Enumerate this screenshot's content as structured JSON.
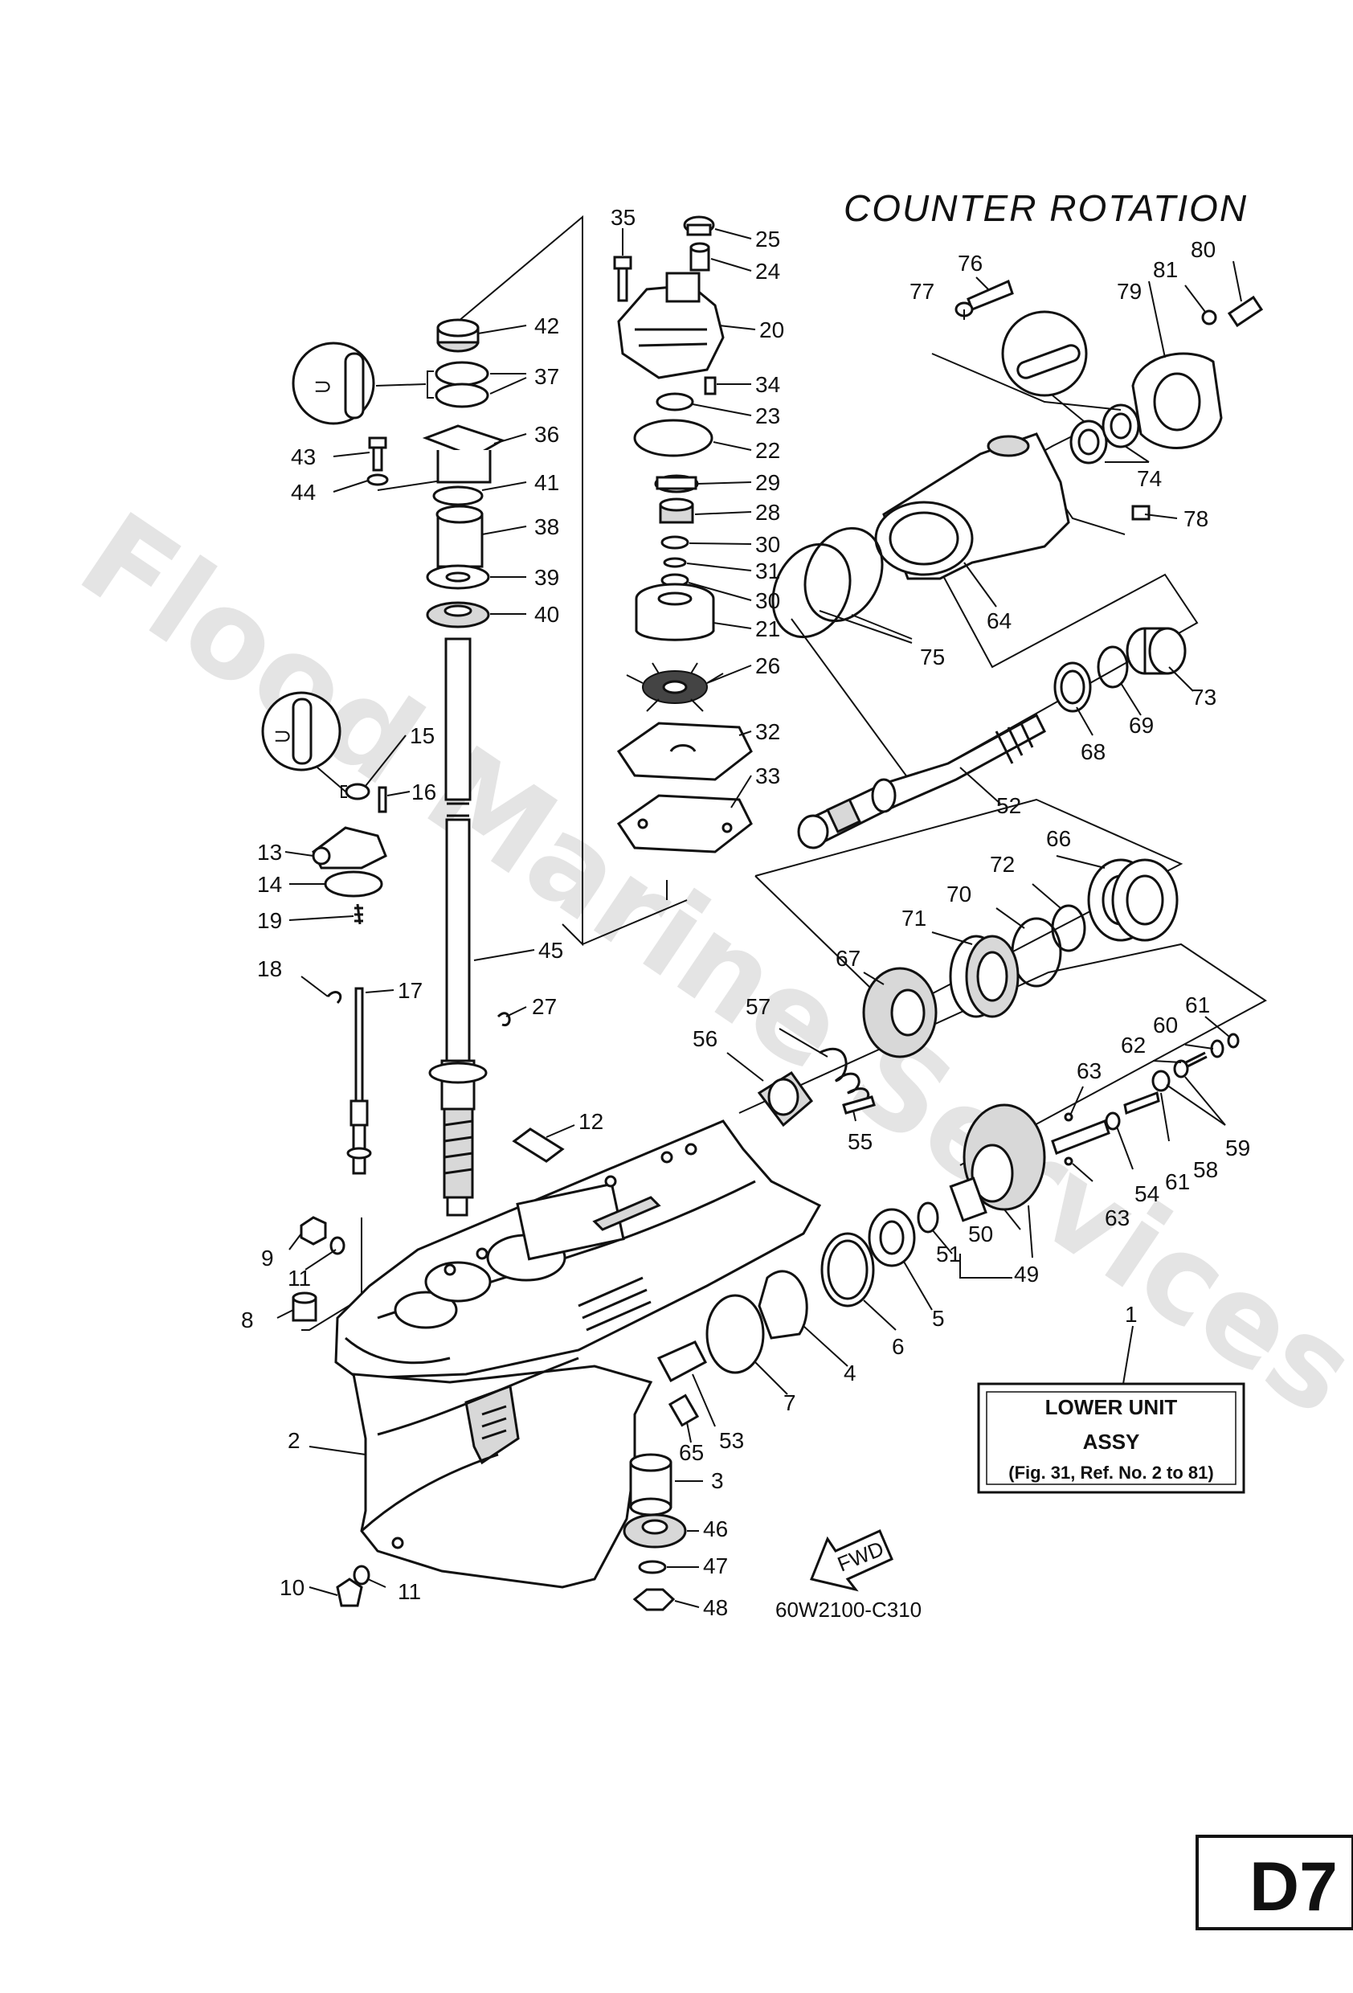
{
  "title": "COUNTER ROTATION",
  "drawing_code": "60W2100-C310",
  "watermark": "Flood Marine Services",
  "page_tag": "D7",
  "fwd_label": "FWD",
  "assembly_box": {
    "line1": "LOWER UNIT",
    "line2": "ASSY",
    "line3": "(Fig. 31, Ref. No. 2 to 81)"
  },
  "callouts": [
    "1",
    "2",
    "3",
    "4",
    "5",
    "6",
    "7",
    "8",
    "9",
    "10",
    "11",
    "11",
    "12",
    "13",
    "14",
    "15",
    "16",
    "17",
    "18",
    "19",
    "20",
    "21",
    "22",
    "23",
    "24",
    "25",
    "26",
    "27",
    "28",
    "29",
    "30",
    "30",
    "31",
    "32",
    "33",
    "34",
    "35",
    "36",
    "37",
    "38",
    "39",
    "40",
    "41",
    "42",
    "43",
    "44",
    "45",
    "46",
    "47",
    "48",
    "49",
    "50",
    "51",
    "52",
    "53",
    "54",
    "55",
    "56",
    "57",
    "58",
    "59",
    "60",
    "61",
    "61",
    "62",
    "63",
    "63",
    "64",
    "65",
    "66",
    "67",
    "68",
    "69",
    "70",
    "71",
    "72",
    "73",
    "74",
    "75",
    "76",
    "77",
    "78",
    "79",
    "80",
    "81"
  ]
}
